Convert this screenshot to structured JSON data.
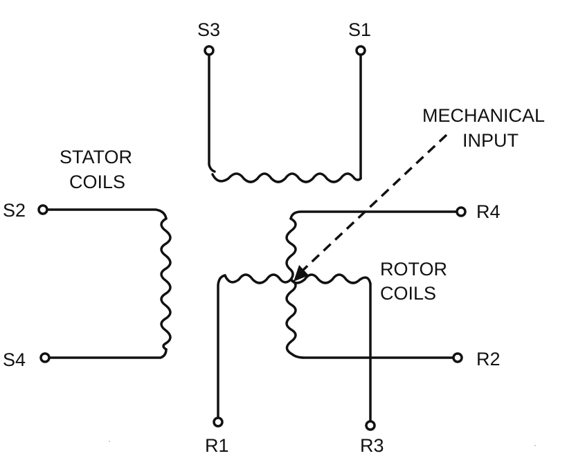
{
  "terminals": {
    "s1": "S1",
    "s2": "S2",
    "s3": "S3",
    "s4": "S4",
    "r1": "R1",
    "r2": "R2",
    "r3": "R3",
    "r4": "R4"
  },
  "labels": {
    "stator_line1": "STATOR",
    "stator_line2": "COILS",
    "rotor_line1": "ROTOR",
    "rotor_line2": "COILS",
    "mech_line1": "MECHANICAL",
    "mech_line2": "INPUT"
  },
  "colors": {
    "ink": "#111111",
    "background": "#ffffff"
  }
}
